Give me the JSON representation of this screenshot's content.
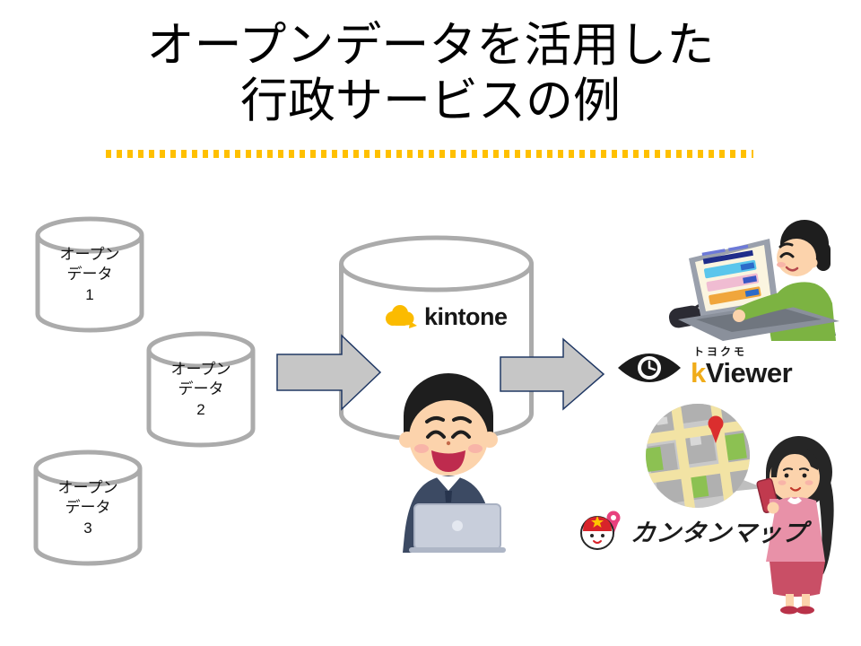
{
  "slide": {
    "title": {
      "line1": "オープンデータを活用した",
      "line2": "行政サービスの例"
    },
    "sources": [
      {
        "lines": [
          "オープン",
          "データ",
          "1"
        ]
      },
      {
        "lines": [
          "オープン",
          "データ",
          "2"
        ]
      },
      {
        "lines": [
          "オープン",
          "データ",
          "3"
        ]
      }
    ],
    "platform": {
      "logo_text": "kintone"
    },
    "outputs": {
      "kviewer": {
        "company": "トヨクモ",
        "logo_k": "k",
        "logo_rest": "Viewer"
      },
      "kantan_map": {
        "logo_text": "カンタンマップ"
      }
    },
    "icons": {
      "source_icon": "database-cylinder-icon",
      "platform_icon": "database-cylinder-icon",
      "flow_icon": "right-block-arrow-icon",
      "kintone_icon": "kintone-cloud-icon",
      "kviewer_icon": "eye-icon",
      "kantan_map_icon": "mascot-map-pin-icon"
    },
    "colors": {
      "divider": "#FFC000",
      "title_text": "#000000",
      "cylinder_border": "#ABABAB",
      "arrow_fill": "#C6C6C6",
      "arrow_border": "#203864",
      "kintone_yellow": "#FBBB00",
      "kviewer_k": "#F0AC1A",
      "kantan_red": "#D8232A"
    }
  }
}
